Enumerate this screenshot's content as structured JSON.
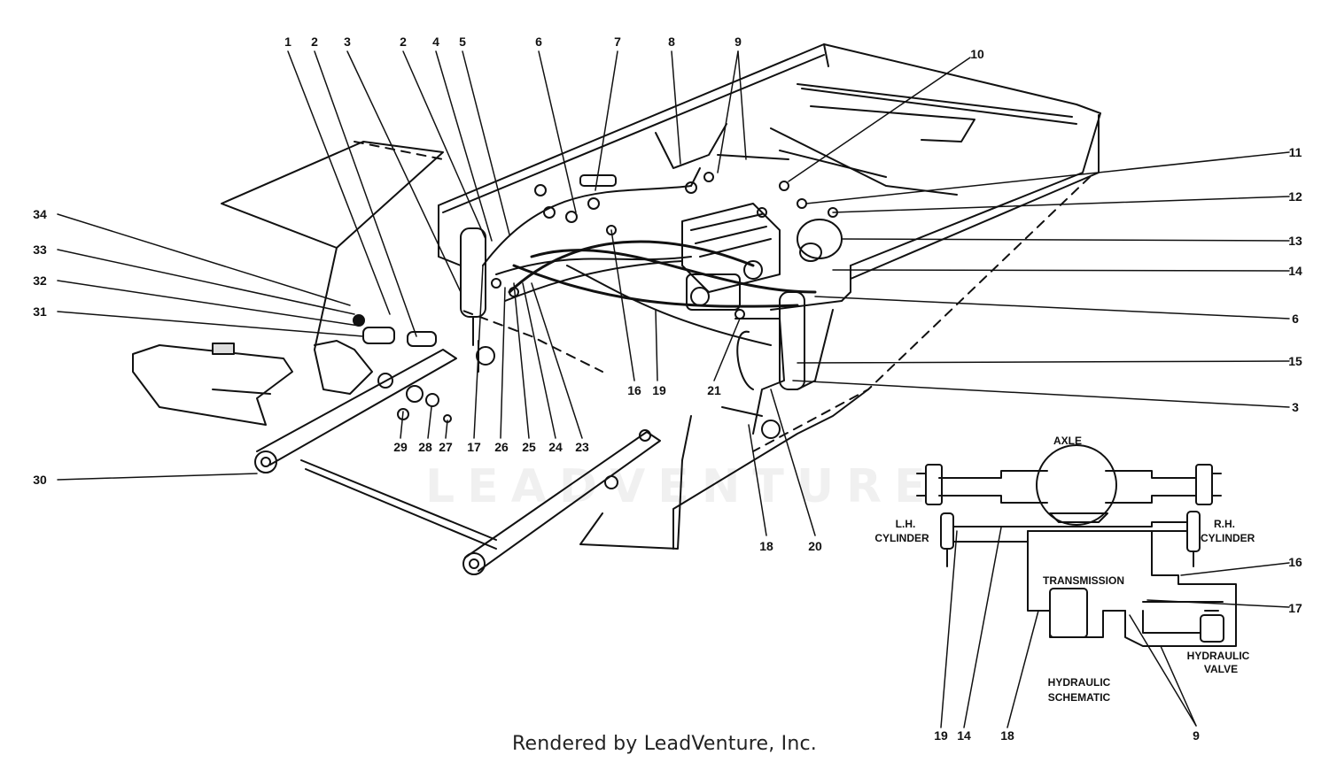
{
  "footer": {
    "text": "Rendered by LeadVenture, Inc."
  },
  "watermark": {
    "text": "LEADVENTURE"
  },
  "callouts": {
    "top": [
      "1",
      "2",
      "3",
      "2",
      "4",
      "5",
      "6",
      "7",
      "8",
      "9"
    ],
    "right": [
      "10",
      "11",
      "12",
      "13",
      "14",
      "6",
      "15",
      "3"
    ],
    "left": [
      "34",
      "33",
      "32",
      "31",
      "30"
    ],
    "bottom": [
      "29",
      "28",
      "27",
      "17",
      "26",
      "25",
      "24",
      "23",
      "16",
      "19",
      "21",
      "18",
      "20"
    ]
  },
  "schematic": {
    "axle": "AXLE",
    "lh_cylinder": [
      "L.H.",
      "CYLINDER"
    ],
    "rh_cylinder": [
      "R.H.",
      "CYLINDER"
    ],
    "transmission": "TRANSMISSION",
    "hydraulic_valve": [
      "HYDRAULIC",
      "VALVE"
    ],
    "hydraulic_schematic": [
      "HYDRAULIC",
      "SCHEMATIC"
    ],
    "callouts": [
      "16",
      "17",
      "19",
      "14",
      "18",
      "9"
    ]
  },
  "colors": {
    "ink": "#111111",
    "background": "#ffffff"
  }
}
